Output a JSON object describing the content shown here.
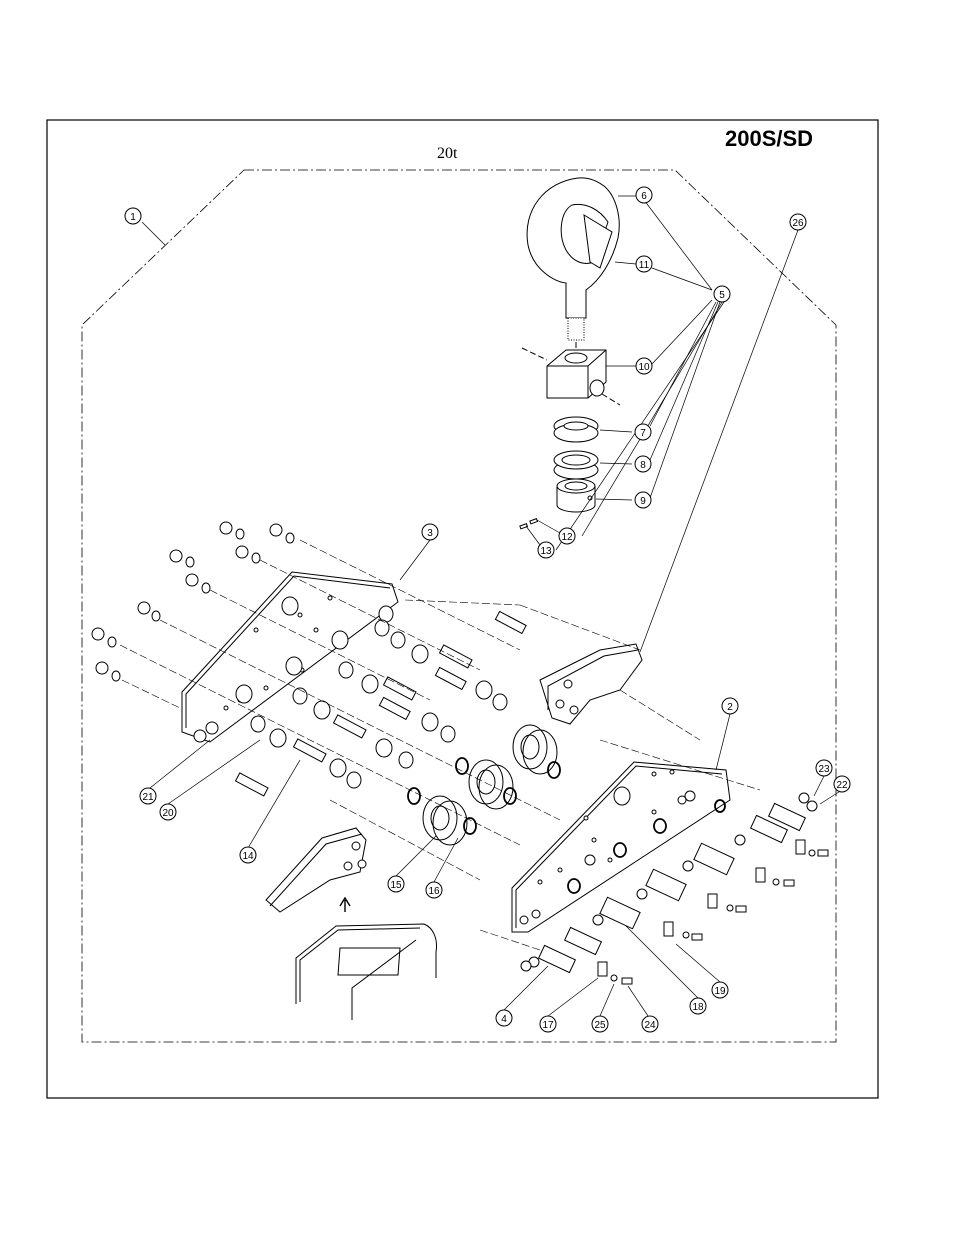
{
  "header": {
    "model": "200S/SD",
    "capacity": "20t"
  },
  "callouts": [
    {
      "id": "c1",
      "label": "1"
    },
    {
      "id": "c2",
      "label": "2"
    },
    {
      "id": "c3",
      "label": "3"
    },
    {
      "id": "c4",
      "label": "4"
    },
    {
      "id": "c5",
      "label": "5"
    },
    {
      "id": "c6",
      "label": "6"
    },
    {
      "id": "c7",
      "label": "7"
    },
    {
      "id": "c8",
      "label": "8"
    },
    {
      "id": "c9",
      "label": "9"
    },
    {
      "id": "c10",
      "label": "10"
    },
    {
      "id": "c11",
      "label": "11"
    },
    {
      "id": "c12",
      "label": "12"
    },
    {
      "id": "c13",
      "label": "13"
    },
    {
      "id": "c14",
      "label": "14"
    },
    {
      "id": "c15",
      "label": "15"
    },
    {
      "id": "c16",
      "label": "16"
    },
    {
      "id": "c17",
      "label": "17"
    },
    {
      "id": "c18",
      "label": "18"
    },
    {
      "id": "c19",
      "label": "19"
    },
    {
      "id": "c20",
      "label": "20"
    },
    {
      "id": "c21",
      "label": "21"
    },
    {
      "id": "c22",
      "label": "22"
    },
    {
      "id": "c23",
      "label": "23"
    },
    {
      "id": "c24",
      "label": "24"
    },
    {
      "id": "c25",
      "label": "25"
    },
    {
      "id": "c26",
      "label": "26"
    }
  ]
}
